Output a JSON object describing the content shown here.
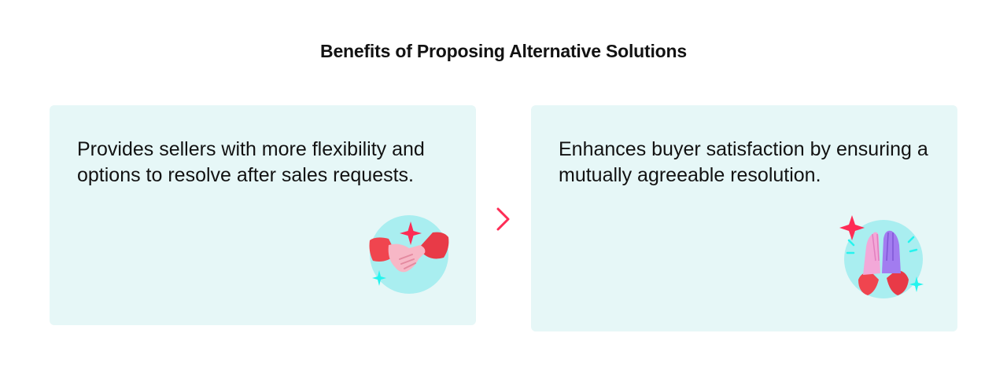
{
  "title": "Benefits of Proposing Alternative Solutions",
  "cards": [
    {
      "text": "Provides sellers with more flexibility and options to resolve after sales requests.",
      "icon": "handshake-icon"
    },
    {
      "text": "Enhances buyer satisfaction by ensuring a mutually agreeable resolution.",
      "icon": "high-five-icon"
    }
  ],
  "connector_icon": "chevron-right-icon",
  "colors": {
    "card_background": "#e6f7f7",
    "accent_red": "#fe2c55",
    "accent_cyan": "#25f4ee",
    "text": "#121212"
  }
}
